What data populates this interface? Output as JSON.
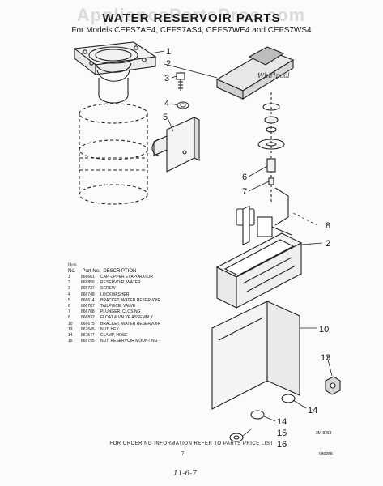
{
  "watermark": "AppliancePartsPros.com",
  "title": "WATER RESERVOIR PARTS",
  "subtitle": "For Models CEFS7AE4, CEFS7AS4, CEFS7WE4 and CEFS7WS4",
  "callouts": [
    "1",
    "2",
    "3",
    "4",
    "5",
    "6",
    "7",
    "8",
    "2",
    "10",
    "13",
    "14",
    "14",
    "15",
    "16"
  ],
  "parts_list": {
    "header_illus": "Illus. No.",
    "header_part": "Part No.",
    "header_desc": "DESCRIPTION",
    "rows": [
      {
        "illus": "1",
        "part": "866661",
        "desc": "CAP, UPPER EVAPORATOR"
      },
      {
        "illus": "2",
        "part": "866856",
        "desc": "RESERVOIR, WATER"
      },
      {
        "illus": "3",
        "part": "865737",
        "desc": "SCREW"
      },
      {
        "illus": "4",
        "part": "866748",
        "desc": "LOCKWASHER"
      },
      {
        "illus": "5",
        "part": "866614",
        "desc": "BRACKET, WATER RESERVOIR"
      },
      {
        "illus": "6",
        "part": "866787",
        "desc": "TAILPIECE, VALVE"
      },
      {
        "illus": "7",
        "part": "866788",
        "desc": "PLUNGER, CLOSING"
      },
      {
        "illus": "8",
        "part": "866832",
        "desc": "FLOAT & VALVE ASSEMBLY"
      },
      {
        "illus": "10",
        "part": "866675",
        "desc": "BRACKET, WATER RESERVOIR"
      },
      {
        "illus": "13",
        "part": "867645",
        "desc": "NUT, HEX"
      },
      {
        "illus": "14",
        "part": "867547",
        "desc": "CLAMP, HOSE"
      },
      {
        "illus": "15",
        "part": "866795",
        "desc": "NUT, RESERVOIR MOUNTING"
      }
    ]
  },
  "footer": "FOR ORDERING INFORMATION REFER TO PARTS PRICE LIST",
  "page_number": "7",
  "doc_number": "980268",
  "figure_ref": "3M 8368",
  "handwriting": "11-6-7"
}
